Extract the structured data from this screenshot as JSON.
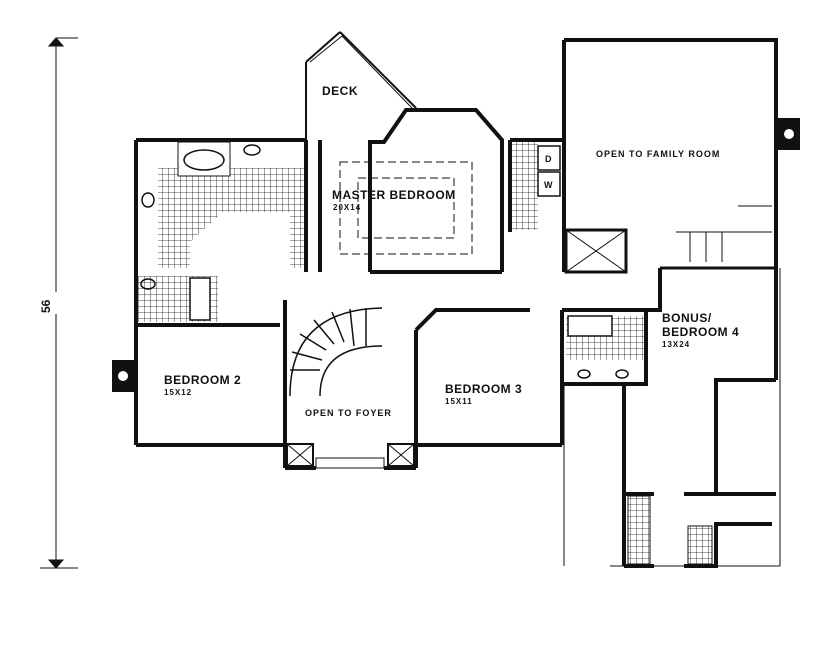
{
  "plan": {
    "dimension": {
      "label": "56"
    },
    "rooms": {
      "deck": {
        "name": "DECK"
      },
      "master": {
        "name": "MASTER BEDROOM",
        "size": "20X14"
      },
      "family_open": {
        "name": "OPEN TO FAMILY ROOM"
      },
      "washer": {
        "name": "W"
      },
      "dryer": {
        "name": "D"
      },
      "bed2": {
        "name": "BEDROOM 2",
        "size": "15X12"
      },
      "foyer_open": {
        "name": "OPEN TO FOYER"
      },
      "bed3": {
        "name": "BEDROOM 3",
        "size": "15X11"
      },
      "bonus": {
        "name_line1": "BONUS/",
        "name_line2": "BEDROOM 4",
        "size": "13X24"
      }
    },
    "colors": {
      "ink": "#111111",
      "background": "#ffffff"
    }
  }
}
